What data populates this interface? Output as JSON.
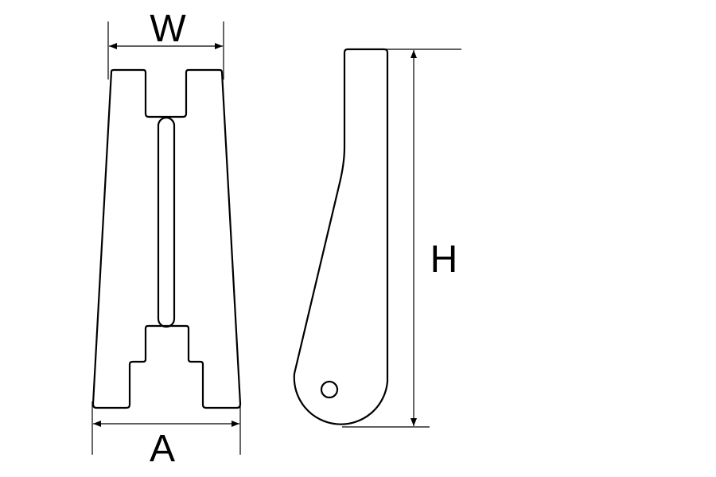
{
  "dimensions": {
    "width_label": "W",
    "base_label": "A",
    "height_label": "H"
  },
  "colors": {
    "line": "#000000",
    "background": "#ffffff"
  }
}
